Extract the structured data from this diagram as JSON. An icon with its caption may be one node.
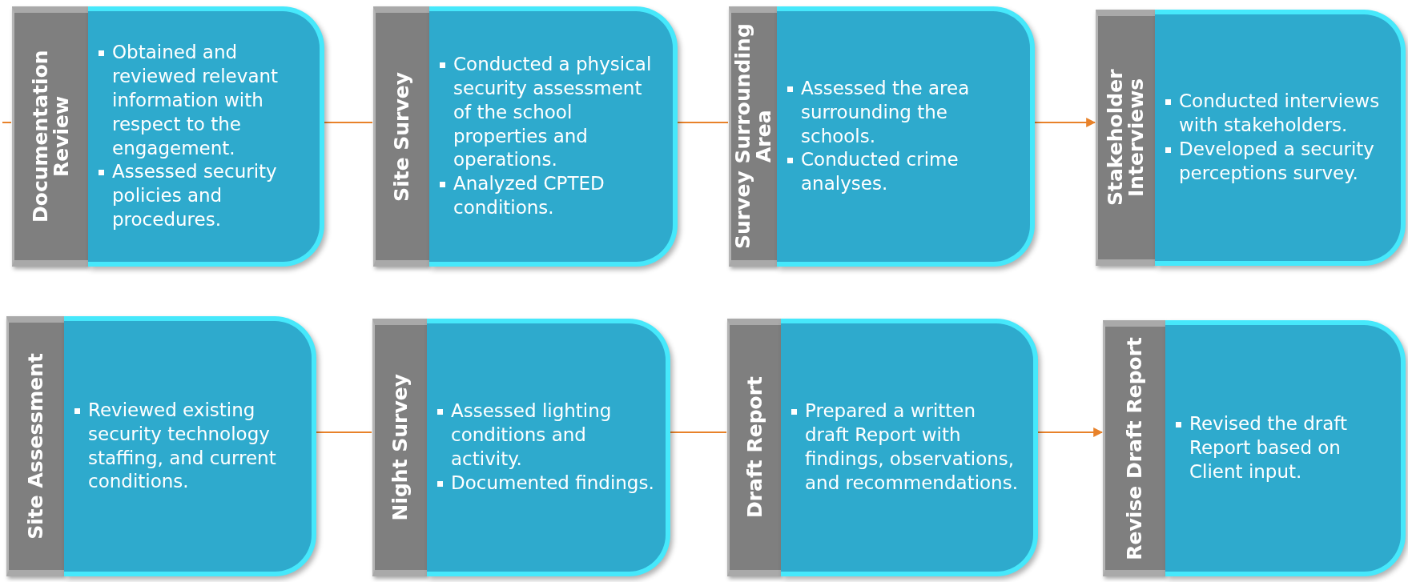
{
  "diagram": {
    "nodes": [
      {
        "text": [
          "Documentation Review",
          "Obtained and reviewed relevant information with respect to the engagement.",
          "Assessed security policies and procedures."
        ]
      },
      {
        "text": [
          "Site Survey",
          "Conducted a physical security assessment of the school properties and operations.",
          "Analyzed CPTED conditions."
        ]
      },
      {
        "text": [
          "Survey Surrounding Area",
          "Assessed the area surrounding the schools.",
          "Conducted crime analyses."
        ]
      },
      {
        "text": [
          "Stakeholder Interviews",
          "Conducted interviews with stakeholders.",
          "Developed a security perceptions survey."
        ]
      },
      {
        "text": [
          "Site Assessment",
          "Reviewed existing security technology staffing, and current conditions."
        ]
      },
      {
        "text": [
          "Night Survey",
          "Assessed lighting conditions and activity.",
          "Documented findings."
        ]
      },
      {
        "text": [
          "Draft Report",
          "Prepared a written draft Report with findings, observations, and recommendations."
        ]
      },
      {
        "text": [
          "Revise Draft Report",
          "Revised the draft Report based on Client input."
        ]
      }
    ],
    "edges": [
      {
        "from": null,
        "to": 0,
        "arrow": "none"
      },
      {
        "from": 0,
        "to": 1,
        "arrow": "none"
      },
      {
        "from": 1,
        "to": 2,
        "arrow": "none"
      },
      {
        "from": 2,
        "to": 3,
        "arrow": "to"
      },
      {
        "from": 4,
        "to": 5,
        "arrow": "none"
      },
      {
        "from": 5,
        "to": 6,
        "arrow": "none"
      },
      {
        "from": 6,
        "to": 7,
        "arrow": "to"
      }
    ]
  }
}
